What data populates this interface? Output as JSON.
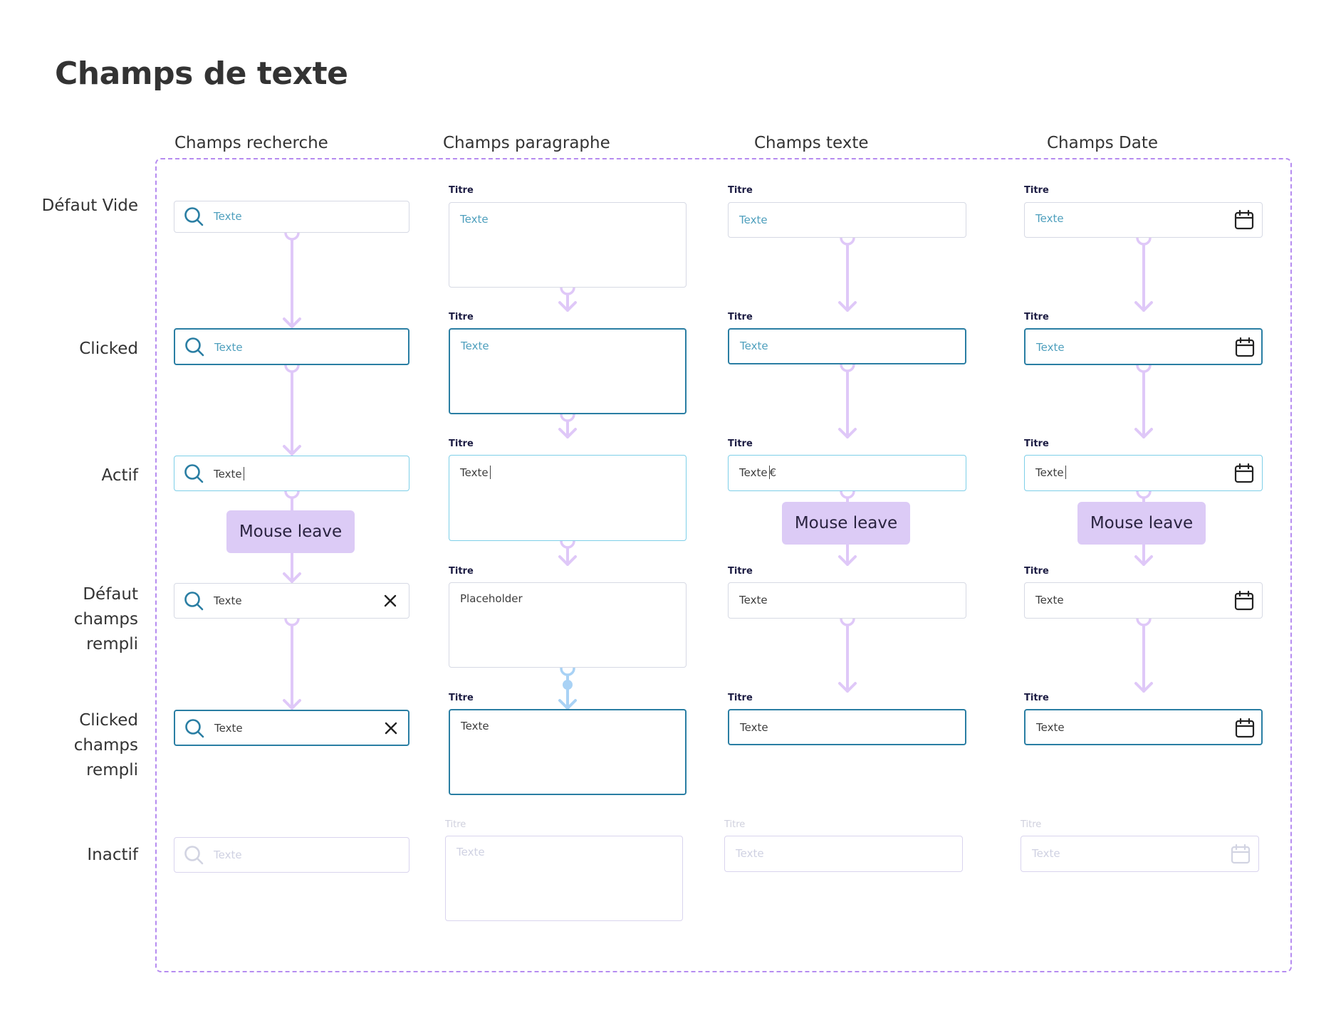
{
  "page": {
    "title": "Champs de texte"
  },
  "columns": {
    "search": "Champs recherche",
    "paragraph": "Champs paragraphe",
    "text": "Champs texte",
    "date": "Champs Date"
  },
  "rows": {
    "default_empty": "Défaut Vide",
    "clicked": "Clicked",
    "active": "Actif",
    "default_filled": "Défaut champs rempli",
    "clicked_filled": "Clicked champs rempli",
    "disabled": "Inactif"
  },
  "field": {
    "title": "Titre",
    "placeholder": "Texte",
    "value": "Texte",
    "paragraph_filled_value": "Placeholder",
    "currency": "€"
  },
  "badge": {
    "mouse_leave": "Mouse leave"
  },
  "icons": {
    "search": "search-icon",
    "calendar": "calendar-icon",
    "clear": "close-icon"
  },
  "colors": {
    "flow_arrow": "#dfc8f8",
    "flow_arrow_alt": "#a9d2f5",
    "frame_dash": "#b68cf0",
    "focus_border": "#2a7ea3",
    "active_border": "#7ecfe8",
    "placeholder_text": "#4e9fbd",
    "badge_bg": "#dccbf6"
  }
}
